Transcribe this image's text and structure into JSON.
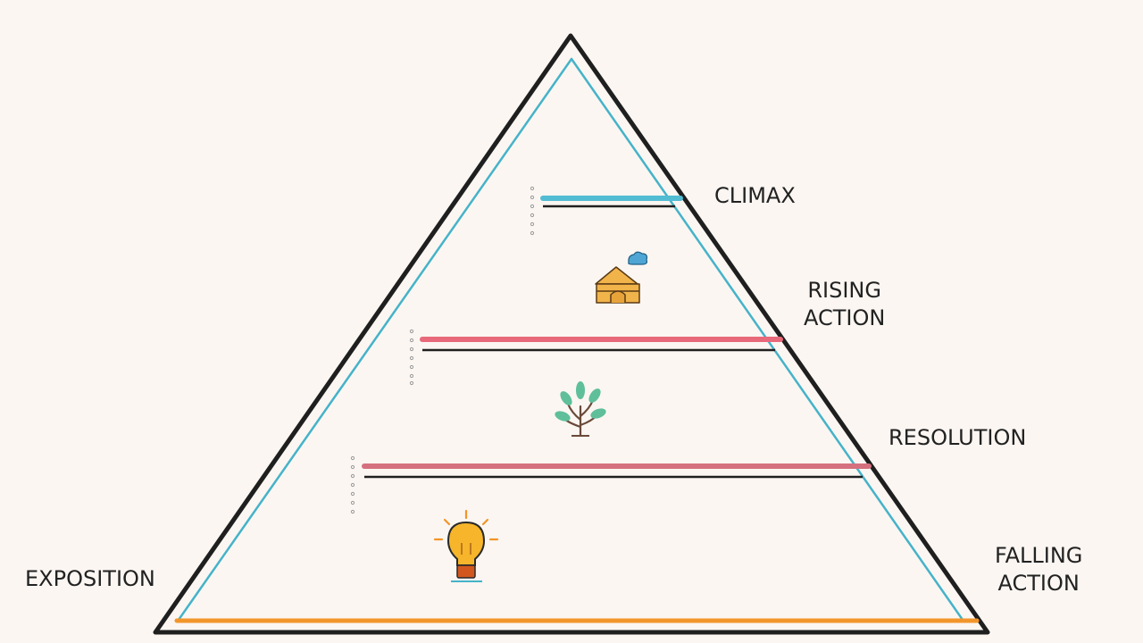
{
  "diagram": {
    "labels": {
      "climax": "CLIMAX",
      "rising_action": [
        "RISING",
        "ACTION"
      ],
      "resolution": "RESOLUTION",
      "falling_action": [
        "FALLING",
        "ACTION"
      ],
      "exposition": "EXPOSITION"
    },
    "icons": [
      "house-icon",
      "cloud-icon",
      "plant-icon",
      "lightbulb-icon"
    ],
    "colors": {
      "background": "#fbf6f2",
      "outline": "#1f1f1f",
      "inner_outline": "#45b3c9",
      "climax_line": "#52bcd3",
      "rising_line": "#e8697a",
      "resolution_line": "#d5707e",
      "exposition_line": "#f2952a"
    }
  }
}
